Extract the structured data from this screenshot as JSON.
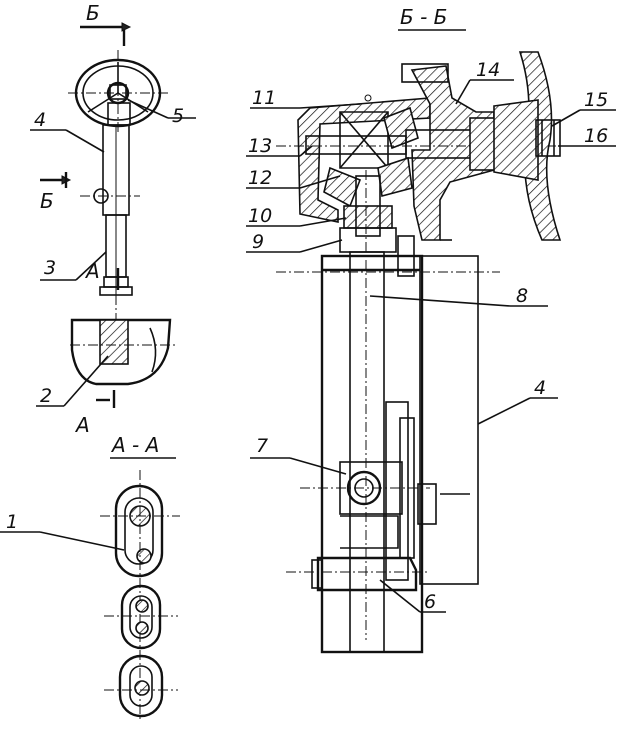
{
  "sections": {
    "b_top": "Б",
    "b_side": "Б",
    "a_top": "А",
    "a_bottom": "А",
    "aa_title": "А - А",
    "bb_title": "Б - Б"
  },
  "callouts": {
    "c1": "1",
    "c2": "2",
    "c3": "3",
    "c4_left": "4",
    "c5": "5",
    "c4_right": "4",
    "c6": "6",
    "c7": "7",
    "c8": "8",
    "c9": "9",
    "c10": "10",
    "c11": "11",
    "c12": "12",
    "c13": "13",
    "c14": "14",
    "c15": "15",
    "c16": "16"
  }
}
